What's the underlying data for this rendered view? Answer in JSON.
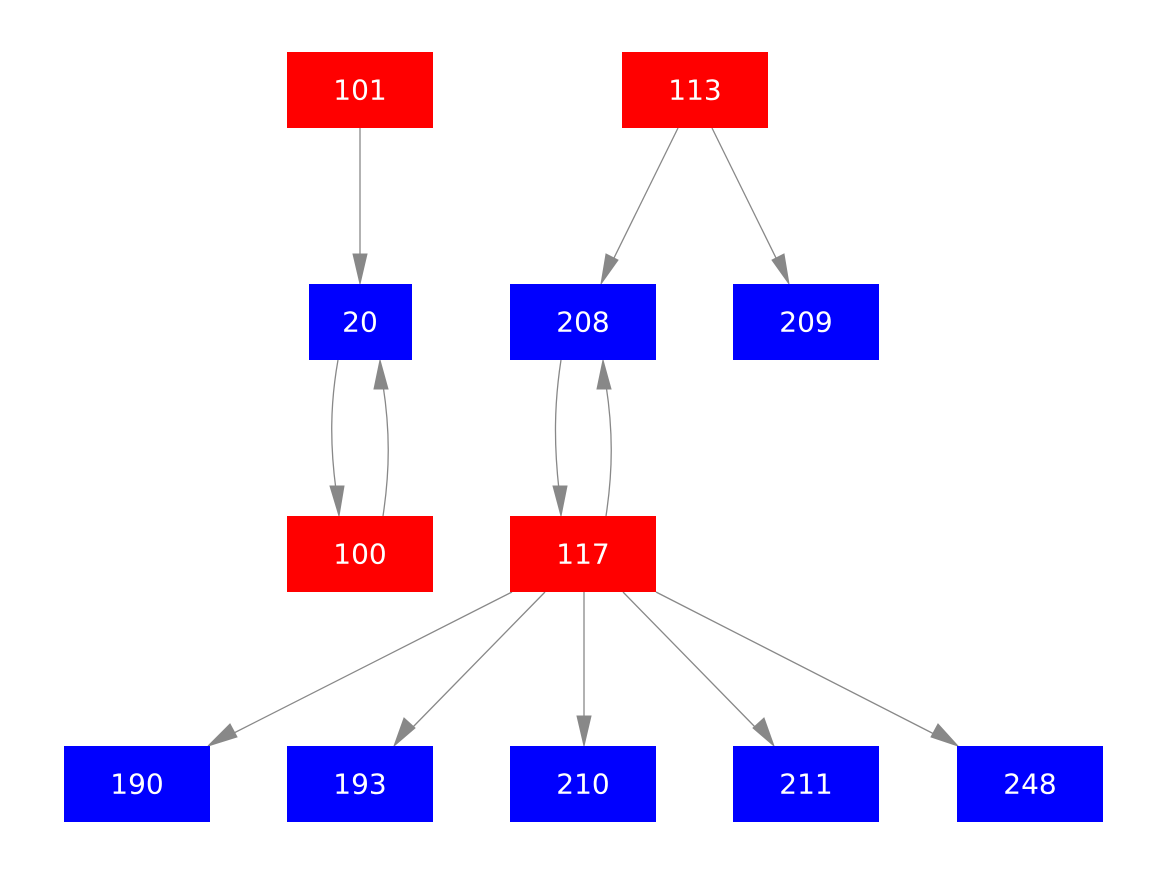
{
  "diagram": {
    "colors": {
      "red": "#ff0000",
      "blue": "#0000ff",
      "edge": "#888888",
      "label": "#ffffff"
    },
    "nodes": [
      {
        "id": "n101",
        "label": "101",
        "color": "red"
      },
      {
        "id": "n113",
        "label": "113",
        "color": "red"
      },
      {
        "id": "n20",
        "label": "20",
        "color": "blue"
      },
      {
        "id": "n208",
        "label": "208",
        "color": "blue"
      },
      {
        "id": "n209",
        "label": "209",
        "color": "blue"
      },
      {
        "id": "n100",
        "label": "100",
        "color": "red"
      },
      {
        "id": "n117",
        "label": "117",
        "color": "red"
      },
      {
        "id": "n190",
        "label": "190",
        "color": "blue"
      },
      {
        "id": "n193",
        "label": "193",
        "color": "blue"
      },
      {
        "id": "n210",
        "label": "210",
        "color": "blue"
      },
      {
        "id": "n211",
        "label": "211",
        "color": "blue"
      },
      {
        "id": "n248",
        "label": "248",
        "color": "blue"
      }
    ],
    "edges": [
      {
        "from": "101",
        "to": "20"
      },
      {
        "from": "113",
        "to": "208"
      },
      {
        "from": "113",
        "to": "209"
      },
      {
        "from": "20",
        "to": "100"
      },
      {
        "from": "100",
        "to": "20"
      },
      {
        "from": "208",
        "to": "117"
      },
      {
        "from": "117",
        "to": "208"
      },
      {
        "from": "117",
        "to": "190"
      },
      {
        "from": "117",
        "to": "193"
      },
      {
        "from": "117",
        "to": "210"
      },
      {
        "from": "117",
        "to": "211"
      },
      {
        "from": "117",
        "to": "248"
      }
    ]
  }
}
